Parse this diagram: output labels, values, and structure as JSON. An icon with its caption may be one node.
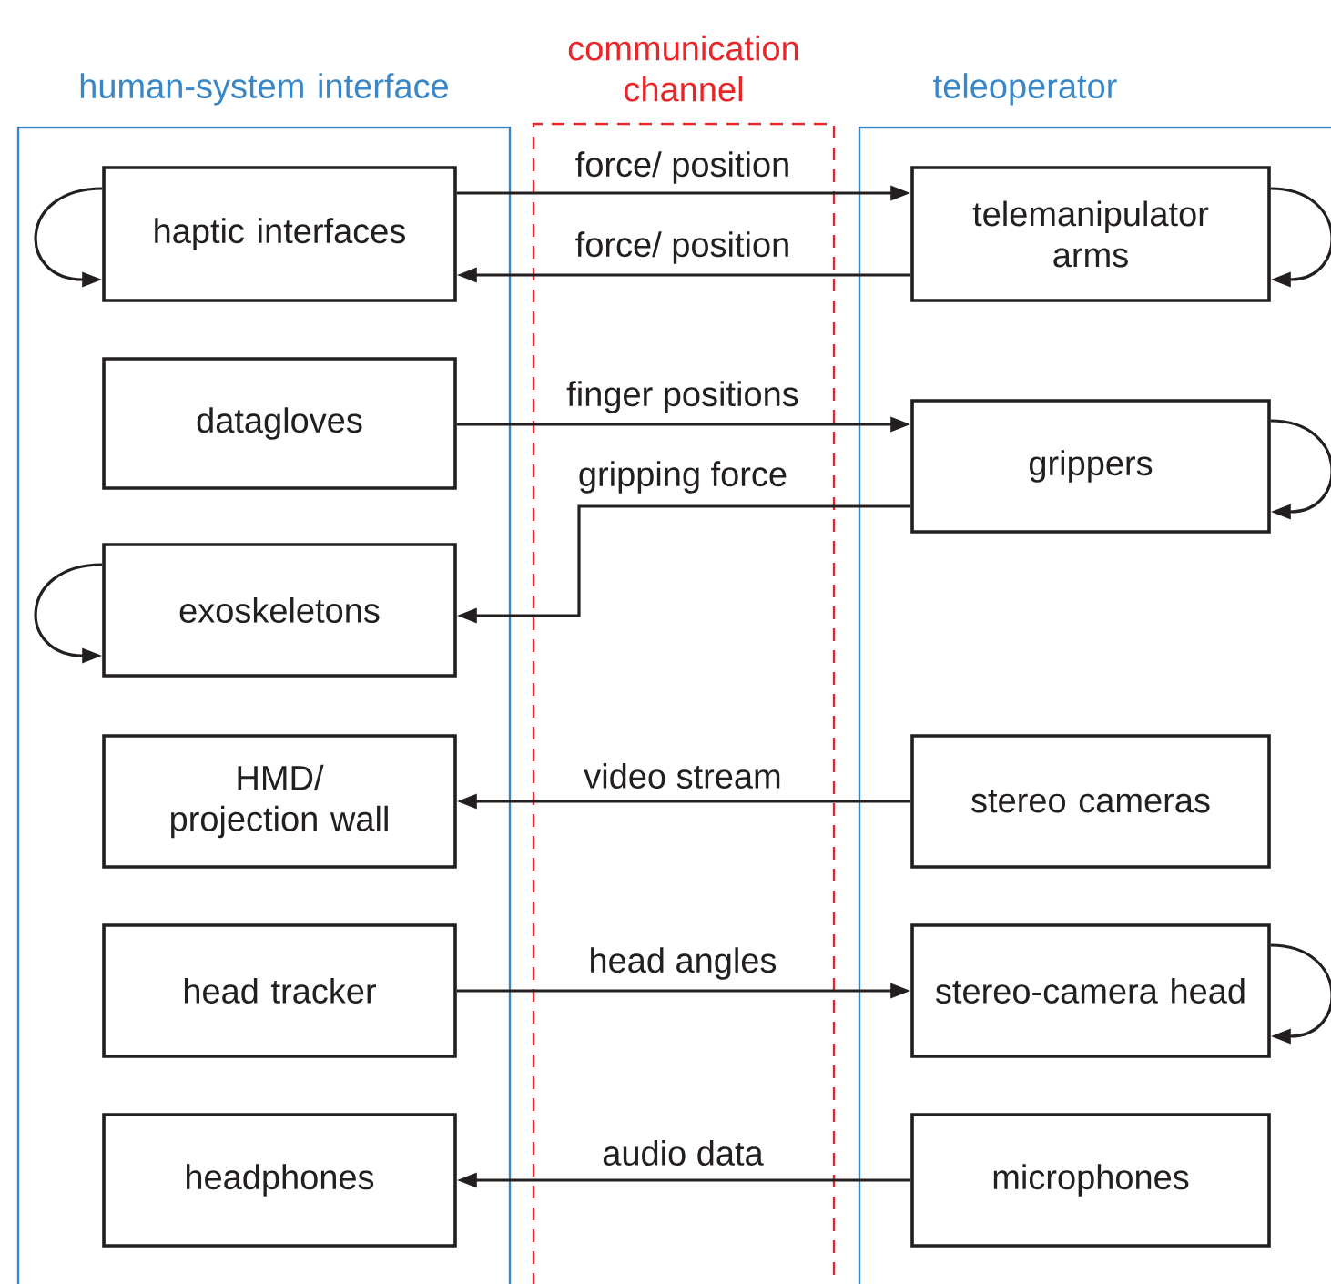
{
  "diagram": {
    "nodes": [
      {
        "text": [
          "human-system interface"
        ]
      },
      {
        "text": [
          "teleoperator"
        ]
      },
      {
        "text": [
          "haptic interfaces"
        ],
        "in": 0
      },
      {
        "text": [
          "telemanipulator arms"
        ],
        "in": 1
      },
      {
        "text": [
          "datagloves"
        ],
        "in": 0
      },
      {
        "text": [
          "grippers"
        ],
        "in": 1
      },
      {
        "text": [
          "exoskeletons"
        ],
        "in": 0
      },
      {
        "text": [
          "HMD/ projection wall"
        ],
        "in": 0
      },
      {
        "text": [
          "stereo cameras"
        ],
        "in": 1
      },
      {
        "text": [
          "head tracker"
        ],
        "in": 0
      },
      {
        "text": [
          "stereo-camera head"
        ],
        "in": 1
      },
      {
        "text": [
          "headphones"
        ],
        "in": 0
      },
      {
        "text": [
          "microphones"
        ],
        "in": 1
      }
    ],
    "edges": [
      {
        "from": 2,
        "to": 3,
        "arrow": "to",
        "label": "force/ position"
      },
      {
        "from": 3,
        "to": 2,
        "arrow": "to",
        "label": "force/ position"
      },
      {
        "from": 4,
        "to": 5,
        "arrow": "to",
        "label": "finger positions"
      },
      {
        "from": 5,
        "to": 6,
        "arrow": "to",
        "label": "gripping force"
      },
      {
        "from": 8,
        "to": 7,
        "arrow": "to",
        "label": "video stream"
      },
      {
        "from": 9,
        "to": 10,
        "arrow": "to",
        "label": "head angles"
      },
      {
        "from": 12,
        "to": 11,
        "arrow": "to",
        "label": "audio data"
      },
      {
        "from": 2,
        "to": 2,
        "arrow": "to"
      },
      {
        "from": 3,
        "to": 3,
        "arrow": "to"
      },
      {
        "from": 5,
        "to": 5,
        "arrow": "to"
      },
      {
        "from": 6,
        "to": 6,
        "arrow": "to"
      },
      {
        "from": 10,
        "to": 10,
        "arrow": "to"
      }
    ],
    "labels": [
      "communication channel"
    ]
  }
}
